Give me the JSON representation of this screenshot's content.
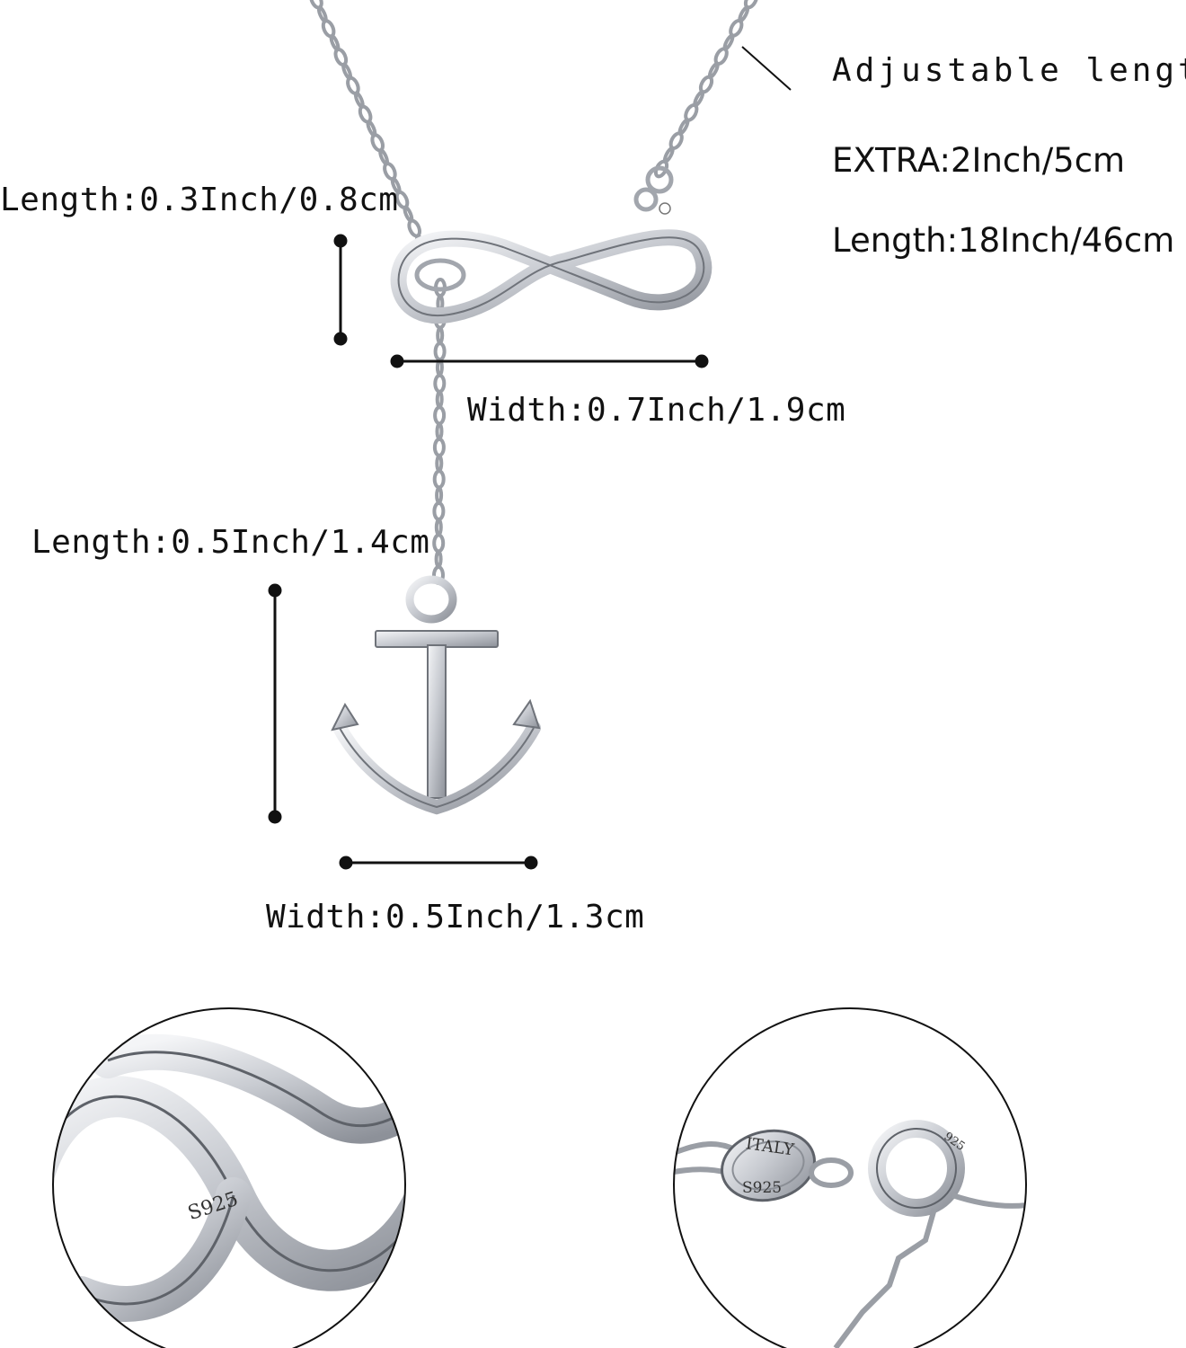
{
  "labels": {
    "adjustable": "Adjustable length",
    "extra": "EXTRA:2Inch/5cm",
    "chain_length": "Length:18Inch/46cm",
    "infinity_length": "Length:0.3Inch/0.8cm",
    "infinity_width": "Width:0.7Inch/1.9cm",
    "anchor_length": "Length:0.5Inch/1.4cm",
    "anchor_width": "Width:0.5Inch/1.3cm"
  },
  "detail_left": {
    "engraving": "S925"
  },
  "detail_right": {
    "tag_top": "ITALY",
    "tag_bottom": "S925",
    "clasp_mark": "925"
  },
  "colors": {
    "silver": "#c8cbd0",
    "silver_dark": "#8a8e95",
    "ink": "#111111",
    "background": "#ffffff"
  }
}
